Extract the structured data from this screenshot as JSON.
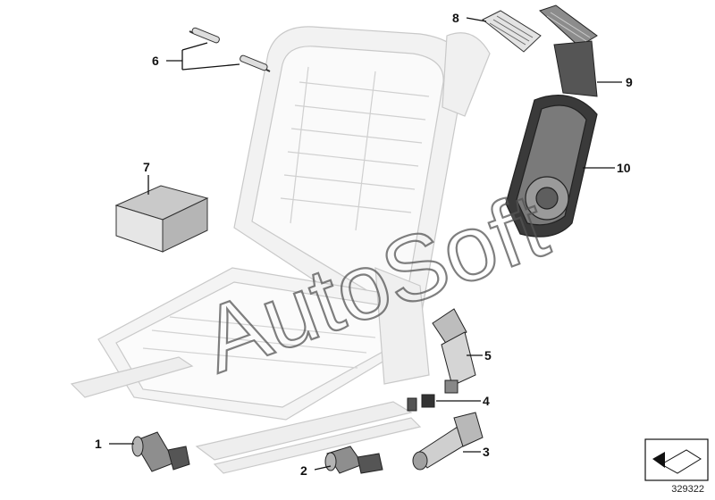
{
  "diagram": {
    "parts": [
      {
        "number": "1",
        "name": "motor-1"
      },
      {
        "number": "2",
        "name": "motor-2"
      },
      {
        "number": "3",
        "name": "motor-3"
      },
      {
        "number": "4",
        "name": "part-4"
      },
      {
        "number": "5",
        "name": "motor-5"
      },
      {
        "number": "6",
        "name": "springs-6"
      },
      {
        "number": "7",
        "name": "module-7"
      },
      {
        "number": "8",
        "name": "vent-grille-8"
      },
      {
        "number": "9",
        "name": "air-duct-9"
      },
      {
        "number": "10",
        "name": "backrest-panel-10"
      }
    ],
    "diagram_id": "329322",
    "watermark": "AutoSoft"
  }
}
